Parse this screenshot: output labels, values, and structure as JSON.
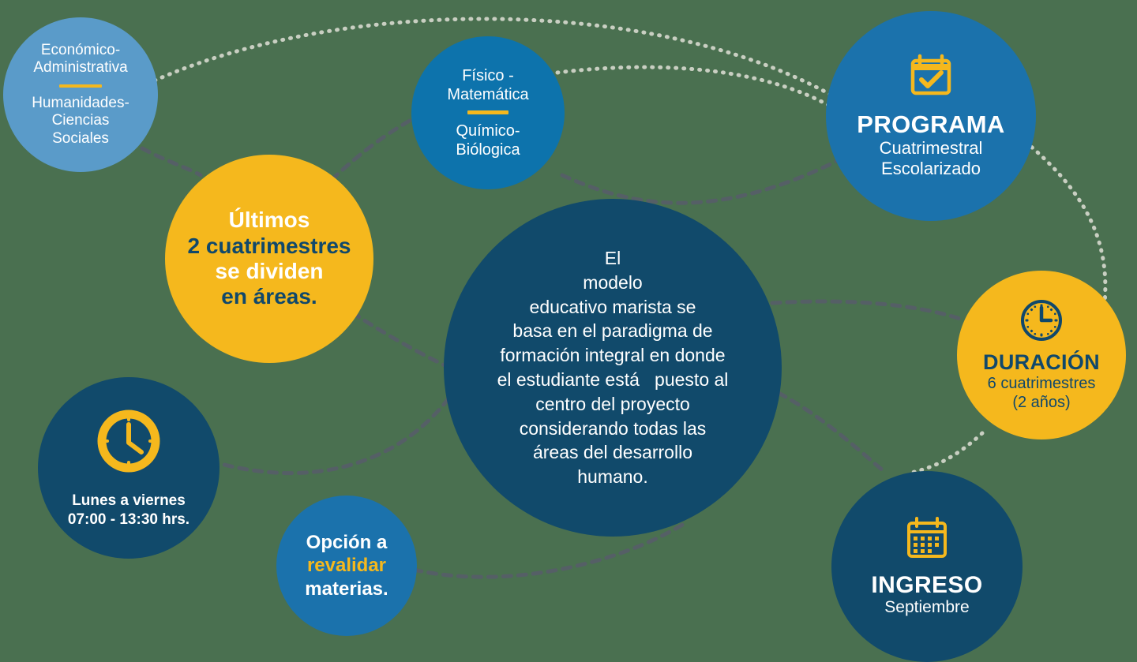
{
  "background_color": "#4a7050",
  "palette": {
    "light_blue": "#5a9bc9",
    "medium_blue": "#0d73ac",
    "blue": "#1b72ac",
    "navy": "#114a6b",
    "navy_text": "#10486b",
    "yellow": "#f5b81d",
    "white": "#ffffff",
    "connector_light": "#c9cfc2",
    "connector_dark": "#555f66"
  },
  "nodes": {
    "areas": {
      "line1": "Económico-",
      "line2": "Administrativa",
      "line3": "Humanidades-",
      "line4": "Ciencias",
      "line5": "Sociales"
    },
    "ciencias": {
      "line1": "Físico -",
      "line2": "Matemática",
      "line3": "Químico-",
      "line4": "Biólogica"
    },
    "programa": {
      "icon": "calendar-check-icon",
      "title": "PROGRAMA",
      "sub1": "Cuatrimestral",
      "sub2": "Escolarizado"
    },
    "ultimos": {
      "line1": "Últimos",
      "line2": "2 cuatrimestres",
      "line3": "se dividen",
      "line4": "en áreas."
    },
    "center": {
      "text": "El modelo educativo marista se basa en el paradigma de formación integral en donde el estudiante está   puesto al centro del proyecto considerando todas las áreas del desarrollo humano.",
      "line1": "El",
      "line2": "modelo",
      "line3": "educativo marista se",
      "line4": "basa en el paradigma de",
      "line5": "formación integral en donde",
      "line6": "el estudiante está   puesto al",
      "line7": "centro del proyecto",
      "line8": "considerando todas las",
      "line9": "áreas del desarrollo",
      "line10": "humano."
    },
    "duracion": {
      "icon": "clock-outline-icon",
      "title": "DURACIÓN",
      "sub1": "6 cuatrimestres",
      "sub2": "(2 años)"
    },
    "horario": {
      "icon": "clock-filled-icon",
      "line1": "Lunes a viernes",
      "line2": "07:00 - 13:30 hrs."
    },
    "revalidar": {
      "line1": "Opción a",
      "line2": "revalidar",
      "line3": "materias."
    },
    "ingreso": {
      "icon": "calendar-grid-icon",
      "title": "INGRESO",
      "sub1": "Septiembre"
    }
  }
}
